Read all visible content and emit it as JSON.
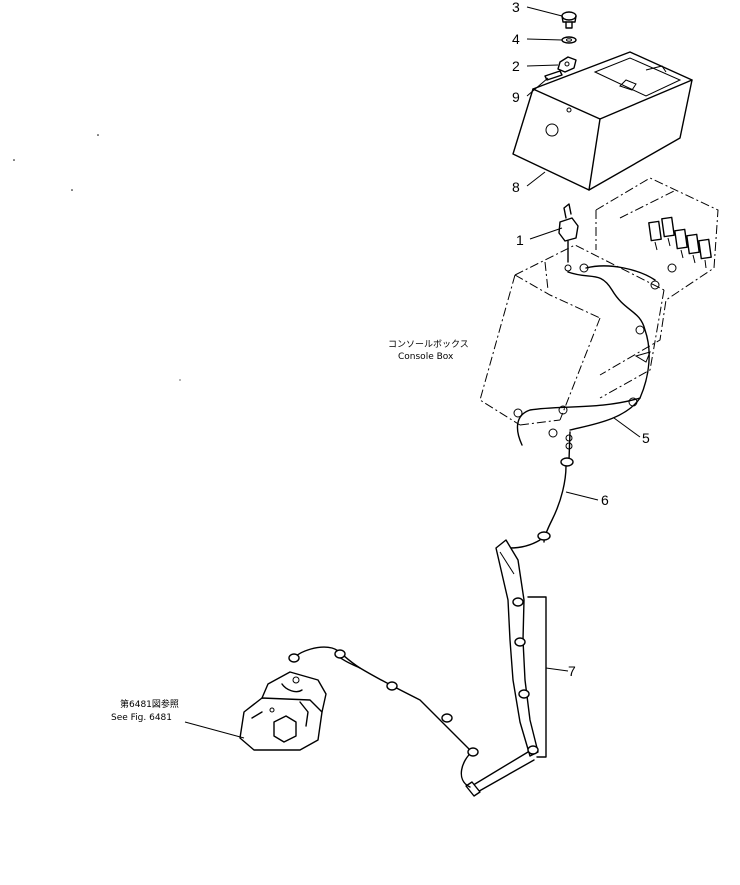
{
  "callouts": {
    "c1": "1",
    "c2": "2",
    "c3": "3",
    "c4": "4",
    "c5": "5",
    "c6": "6",
    "c7": "7",
    "c8": "8",
    "c9": "9"
  },
  "console_label": {
    "jp": "コンソールボックス",
    "en": "Console Box"
  },
  "ref_label": {
    "jp": "第6481図参照",
    "en": "See Fig. 6481"
  }
}
